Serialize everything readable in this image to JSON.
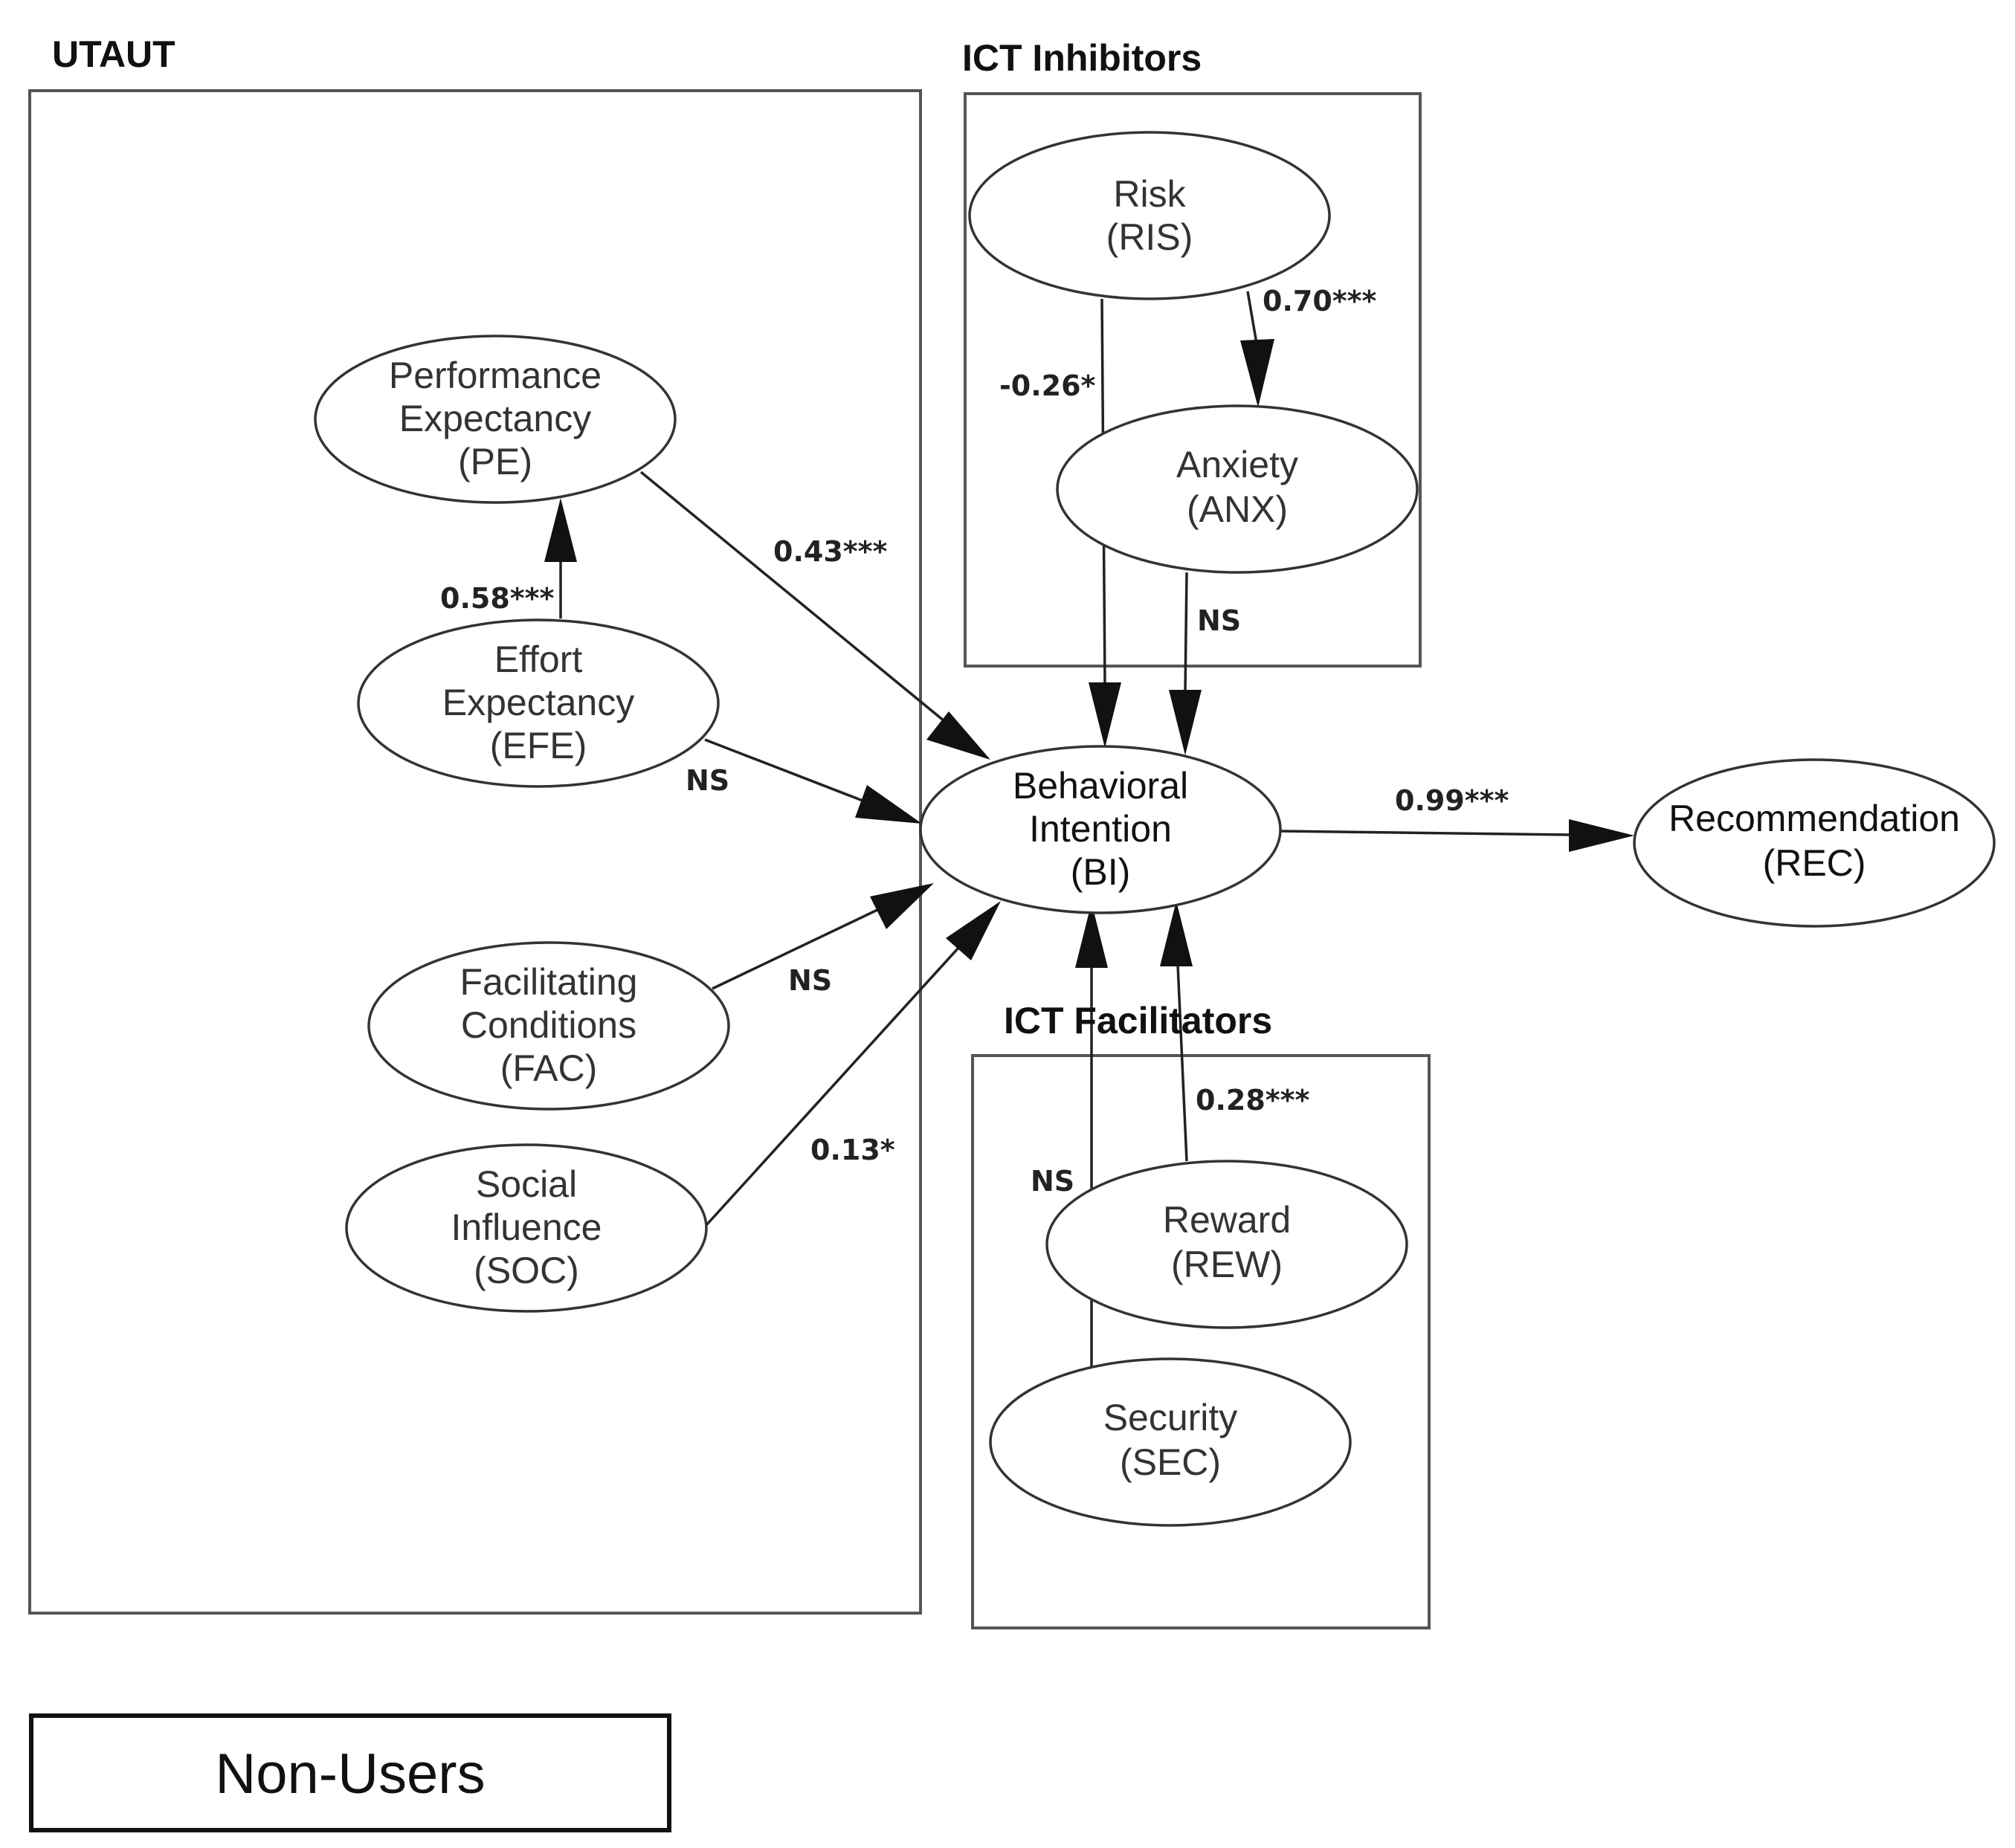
{
  "groups": {
    "utaut": "UTAUT",
    "inhibitors": "ICT Inhibitors",
    "facilitators": "ICT Facilitators"
  },
  "nodes": {
    "pe": {
      "line1": "Performance",
      "line2": "Expectancy",
      "line3": "(PE)"
    },
    "efe": {
      "line1": "Effort",
      "line2": "Expectancy",
      "line3": "(EFE)"
    },
    "fac": {
      "line1": "Facilitating",
      "line2": "Conditions",
      "line3": "(FAC)"
    },
    "soc": {
      "line1": "Social",
      "line2": "Influence",
      "line3": "(SOC)"
    },
    "ris": {
      "line1": "Risk",
      "line2": "(RIS)"
    },
    "anx": {
      "line1": "Anxiety",
      "line2": "(ANX)"
    },
    "bi": {
      "line1": "Behavioral",
      "line2": "Intention",
      "line3": "(BI)"
    },
    "rec": {
      "line1": "Recommendation",
      "line2": "(REC)"
    },
    "rew": {
      "line1": "Reward",
      "line2": "(REW)"
    },
    "sec": {
      "line1": "Security",
      "line2": "(SEC)"
    }
  },
  "edges": {
    "efe_pe": "0.58***",
    "pe_bi": "0.43***",
    "efe_bi": "NS",
    "fac_bi": "NS",
    "soc_bi": "0.13*",
    "ris_anx": "0.70***",
    "ris_bi": "-0.26*",
    "anx_bi": "NS",
    "bi_rec": "0.99***",
    "rew_bi": "0.28***",
    "sec_bi": "NS"
  },
  "legend": {
    "label": "Non-Users"
  }
}
